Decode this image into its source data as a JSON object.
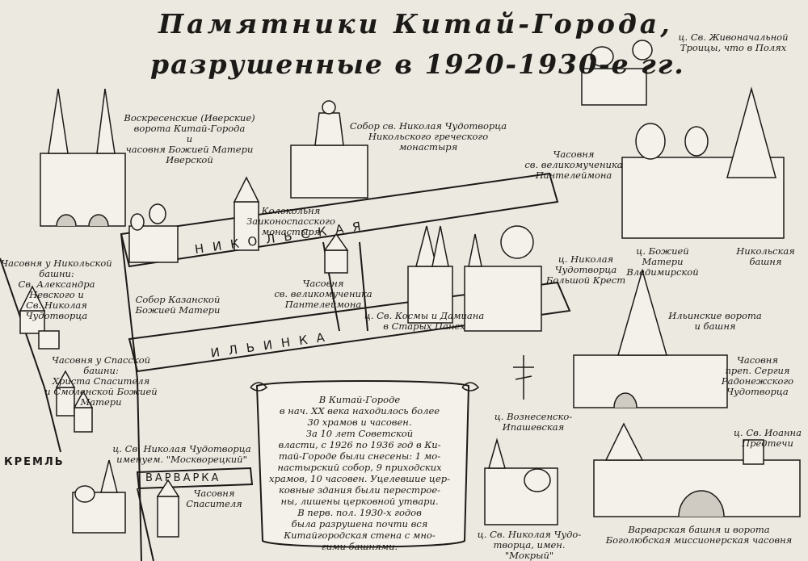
{
  "title": {
    "line1": "Памятники Китай-Города,",
    "line2": "разрушенные в 1920-1930-е гг."
  },
  "streets": {
    "nikolskaya": "НИКОЛЬСКАЯ",
    "ilinka": "ИЛЬИНКА",
    "varvarka": "ВАРВАРКА",
    "kreml": "КРЕМЛЬ"
  },
  "labels": {
    "voskresenskie": "Воскресенские (Иверские)\nворота Китай-Города\nи\nчасовня Божией Матери\nИверской",
    "sobor_nikolaya": "Собор св. Николая Чудотворца\nНикольского греческого монастыря",
    "zhivonachalnoy": "ц. Св. Живоначальной\nТроицы, что в Полях",
    "kolokolnya": "Колокольня\nЗаиконоспасского\nмонастыря",
    "chasovnya_panteleimona_top": "Часовня\nсв. великомученика\nПантелеймона",
    "chasovnya_nikolskoy": "Часовня у Никольской\nбашни:\nСв. Александра\nНевского и\nСв. Николая\nЧудотворца",
    "sobor_kazanskoy": "Собор Казанской\nБожией Матери",
    "chasovnya_panteleimona_mid": "Часовня\nсв. великомученика\nПантелеймона",
    "kosmy": "ц. Св. Космы и Дамиана\nв Старых Панех",
    "nikolaya_bolshoy_krest": "ц. Николая\nЧудотворца\nБольшой Крест",
    "vladimirskoy": "ц. Божией Матери\nВладимирской",
    "nikolskaya_bashnya": "Никольская\nбашня",
    "ilinskie": "Ильинские ворота\nи башня",
    "chasovnya_spasskoy": "Часовня у Спасской\nбашни:\nХриста Спасителя\nи Смоленской Божией\nМатери",
    "sergiya": "Часовня\nпреп. Сергия\nРадонежского\nЧудотворца",
    "voznesenko": "ц. Вознесенско-\nИпашевская",
    "moskvoretskiy": "ц. Св. Николая Чудотворца\nименуем. \"Москворецкий\"",
    "chasovnya_spasitelya": "Часовня\nСпасителя",
    "mokriy": "ц. Св. Николая Чудо-\nтворца, имен. \"Мокрый\"",
    "ioanna": "ц. Св. Иоанна\nПредтечи",
    "varvarskaya": "Варварская башня и ворота\nБоголюбская миссионерская часовня"
  },
  "scroll": {
    "text": "В Китай-Городе\nв нач. XX века находилось более\n30 храмов и часовен.\nЗа 10 лет Советской\nвласти, с 1926 по 1936 год в Ки-\nтай-Городе были снесены: 1 мо-\nнастырский собор, 9 приходских\nхрамов, 10 часовен. Уцелевшие цер-\nковные здания были перестрое-\nны, лишены церковной утвари.\nВ перв. пол. 1930-х годов\nбыла разрушена почти вся\nКитайгородская стена с мно-\nгими башнями."
  },
  "colors": {
    "paper": "#ece9e1",
    "ink": "#1c1a17"
  }
}
